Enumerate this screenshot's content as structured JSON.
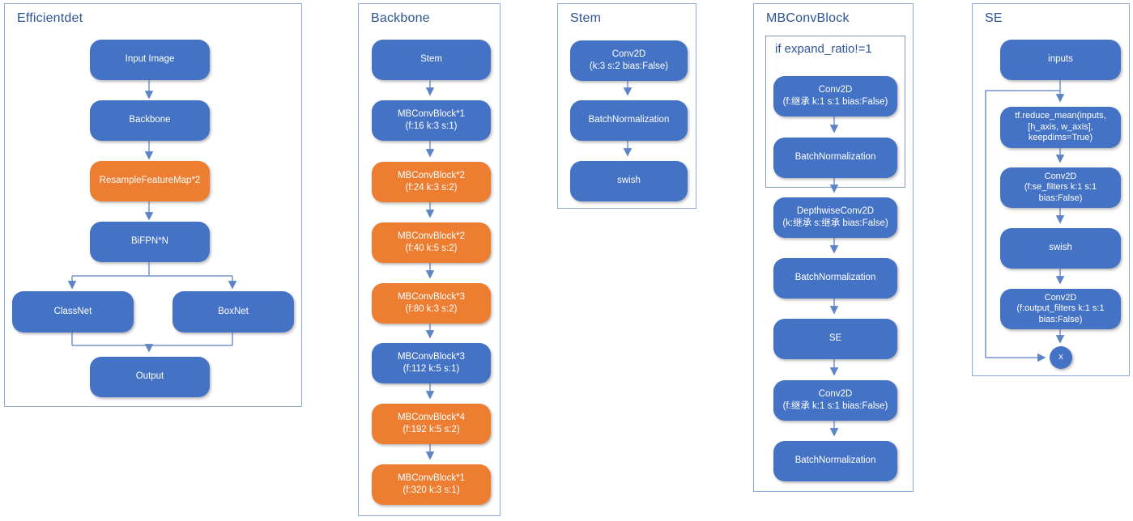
{
  "colors": {
    "box_blue": "#4472C4",
    "box_orange": "#ED7D31",
    "panel_border": "#8EA9DB",
    "inner_box_border": "#8496B0",
    "title_text": "#2F5496",
    "connector": "#7493CE",
    "box_text": "#FFFFFF"
  },
  "panels": [
    {
      "title": "Efficientdet",
      "nodes": [
        {
          "lines": [
            "Input Image"
          ],
          "accent": "blue"
        },
        {
          "lines": [
            "Backbone"
          ],
          "accent": "blue"
        },
        {
          "lines": [
            "ResampleFeatureMap*2"
          ],
          "accent": "orange"
        },
        {
          "lines": [
            "BiFPN*N"
          ],
          "accent": "blue"
        },
        {
          "lines": [
            "ClassNet"
          ],
          "accent": "blue"
        },
        {
          "lines": [
            "BoxNet"
          ],
          "accent": "blue"
        },
        {
          "lines": [
            "Output"
          ],
          "accent": "blue"
        }
      ]
    },
    {
      "title": "Backbone",
      "nodes": [
        {
          "lines": [
            "Stem"
          ],
          "accent": "blue"
        },
        {
          "lines": [
            "MBConvBlock*1",
            "(f:16 k:3 s:1)"
          ],
          "accent": "blue"
        },
        {
          "lines": [
            "MBConvBlock*2",
            "(f:24 k:3 s:2)"
          ],
          "accent": "orange"
        },
        {
          "lines": [
            "MBConvBlock*2",
            "(f:40 k:5 s:2)"
          ],
          "accent": "orange"
        },
        {
          "lines": [
            "MBConvBlock*3",
            "(f:80 k:3 s:2)"
          ],
          "accent": "orange"
        },
        {
          "lines": [
            "MBConvBlock*3",
            "(f:112 k:5 s:1)"
          ],
          "accent": "blue"
        },
        {
          "lines": [
            "MBConvBlock*4",
            "(f:192 k:5 s:2)"
          ],
          "accent": "orange"
        },
        {
          "lines": [
            "MBConvBlock*1",
            "(f:320 k:3 s:1)"
          ],
          "accent": "orange"
        }
      ]
    },
    {
      "title": "Stem",
      "nodes": [
        {
          "lines": [
            "Conv2D",
            "(k:3 s:2 bias:False)"
          ],
          "accent": "blue"
        },
        {
          "lines": [
            "BatchNormalization"
          ],
          "accent": "blue"
        },
        {
          "lines": [
            "swish"
          ],
          "accent": "blue"
        }
      ]
    },
    {
      "title": "MBConvBlock",
      "condition_label": "if expand_ratio!=1",
      "nodes": [
        {
          "lines": [
            "Conv2D",
            "(f:继承 k:1 s:1 bias:False)"
          ],
          "accent": "blue"
        },
        {
          "lines": [
            "BatchNormalization"
          ],
          "accent": "blue"
        },
        {
          "lines": [
            "DepthwiseConv2D",
            "(k:继承 s:继承 bias:False)"
          ],
          "accent": "blue"
        },
        {
          "lines": [
            "BatchNormalization"
          ],
          "accent": "blue"
        },
        {
          "lines": [
            "SE"
          ],
          "accent": "blue"
        },
        {
          "lines": [
            "Conv2D",
            "(f:继承 k:1 s:1 bias:False)"
          ],
          "accent": "blue"
        },
        {
          "lines": [
            "BatchNormalization"
          ],
          "accent": "blue"
        }
      ]
    },
    {
      "title": "SE",
      "nodes": [
        {
          "lines": [
            "inputs"
          ],
          "accent": "blue"
        },
        {
          "lines": [
            "tf.reduce_mean(inputs,",
            "[h_axis, w_axis],",
            "keepdims=True)"
          ],
          "accent": "blue"
        },
        {
          "lines": [
            "Conv2D",
            "(f:se_filters k:1 s:1",
            "bias:False)"
          ],
          "accent": "blue"
        },
        {
          "lines": [
            "swish"
          ],
          "accent": "blue"
        },
        {
          "lines": [
            "Conv2D",
            "(f:output_filters k:1 s:1",
            "bias:False)"
          ],
          "accent": "blue"
        },
        {
          "lines": [
            "x"
          ],
          "accent": "blue",
          "shape": "circle"
        }
      ]
    }
  ]
}
